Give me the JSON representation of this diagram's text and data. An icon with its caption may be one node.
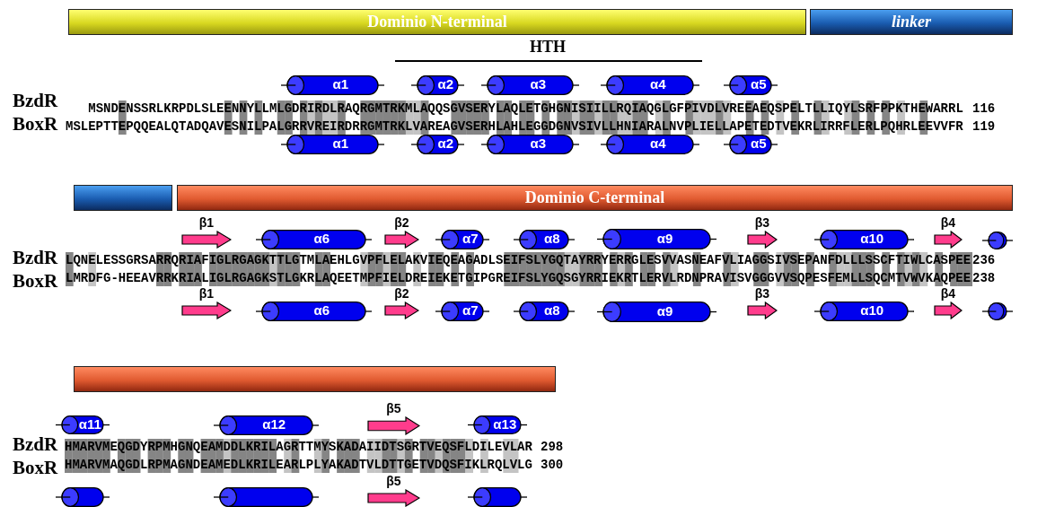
{
  "diagram": {
    "nodes": [
      {
        "text": [
          "Dominio N-terminal"
        ]
      },
      {
        "text": [
          "linker"
        ]
      },
      {
        "text": [
          "α1"
        ]
      },
      {
        "text": [
          "α2"
        ]
      },
      {
        "text": [
          "α3"
        ]
      },
      {
        "text": [
          "α4"
        ]
      },
      {
        "text": [
          "α5"
        ]
      },
      {
        "text": [
          "α1"
        ]
      },
      {
        "text": [
          "α2"
        ]
      },
      {
        "text": [
          "α3"
        ]
      },
      {
        "text": [
          "α4"
        ]
      },
      {
        "text": [
          "α5"
        ]
      },
      {
        "text": [],
        "shape": "bar"
      },
      {
        "text": [
          "Dominio C-terminal"
        ]
      },
      {
        "text": [],
        "shape": "arrow",
        "beside": [
          "β1"
        ]
      },
      {
        "text": [
          "α6"
        ]
      },
      {
        "text": [],
        "shape": "arrow",
        "beside": [
          "β2"
        ]
      },
      {
        "text": [
          "α7"
        ]
      },
      {
        "text": [
          "α8"
        ]
      },
      {
        "text": [
          "α9"
        ]
      },
      {
        "text": [],
        "shape": "arrow",
        "beside": [
          "β3"
        ]
      },
      {
        "text": [
          "α10"
        ]
      },
      {
        "text": [],
        "shape": "arrow",
        "beside": [
          "β4"
        ]
      },
      {
        "text": [],
        "shape": "cylinder"
      },
      {
        "text": [],
        "shape": "arrow",
        "beside": [
          "β1"
        ]
      },
      {
        "text": [
          "α6"
        ]
      },
      {
        "text": [],
        "shape": "arrow",
        "beside": [
          "β2"
        ]
      },
      {
        "text": [
          "α7"
        ]
      },
      {
        "text": [
          "α8"
        ]
      },
      {
        "text": [
          "α9"
        ]
      },
      {
        "text": [],
        "shape": "arrow",
        "beside": [
          "β3"
        ]
      },
      {
        "text": [
          "α10"
        ]
      },
      {
        "text": [],
        "shape": "arrow",
        "beside": [
          "β4"
        ]
      },
      {
        "text": [],
        "shape": "cylinder"
      },
      {
        "text": [],
        "shape": "bar"
      },
      {
        "text": [
          "α11"
        ]
      },
      {
        "text": [
          "α12"
        ]
      },
      {
        "text": [],
        "shape": "arrow",
        "beside": [
          "β5"
        ]
      },
      {
        "text": [
          "α13"
        ]
      },
      {
        "text": [],
        "shape": "cylinder"
      },
      {
        "text": [],
        "shape": "cylinder"
      },
      {
        "text": [],
        "shape": "arrow",
        "beside": [
          "β5"
        ]
      },
      {
        "text": [],
        "shape": "cylinder"
      }
    ],
    "labels": [
      "HTH",
      "BzdR",
      "MSNDENSSRLKRPDLSLEENNYLLMLGDRIRDLRAQRGMTRKMLAQQSGVSERYLAQLETGHGNISIILLRQIAQGLGFPIVDLVREEAEQSPELTLLIQYLSRFPPKTHEWARRL",
      "116",
      "BoxR",
      "MSLEPTTEPQQEALQTADQAVESNILPALGRRVREIRDRRGMTRKLVAREAGVSERHLAHLEGGDGNVSIVLLHNIARALNVPLIELLAPETEDTVEKRLIRRFLERLPQHRLEEVVFR",
      "119",
      "BzdR",
      "LQNELESSGRSARRQRIAFIGLRGAGKTTLGTMLAEHLGVPFLELAKVIEQEAGADLSEIFSLYGQTAYRRYERRGLESVVASNEAFVLIAGGSIVSEPANFDLLLSSCFTIWLCASPEE",
      "236",
      "BoxR",
      "LMRDFG-HEEAVRRKRIALIGLRGAGKSTLGKRLAQEETMPFIELDREIEKETGIPGREIFSLYGQSGYRRIEKRTLERVLRDNPRAVISVGGGVVSQPESFEMLLSQCMTVWVKAQPEE",
      "238",
      "BzdR",
      "HMARVMEQGDYRPMHGNQEAMDDLKRILAGRTTMYSKADAIIDTSGRTVEQSFLDILEVLAR",
      "298",
      "BoxR",
      "HMARVMAQGDLRPMAGNDEAMEDLKRILEARLPLYAKADTVLDTTGETVDQSFIKLRQLVLG",
      "300"
    ]
  }
}
